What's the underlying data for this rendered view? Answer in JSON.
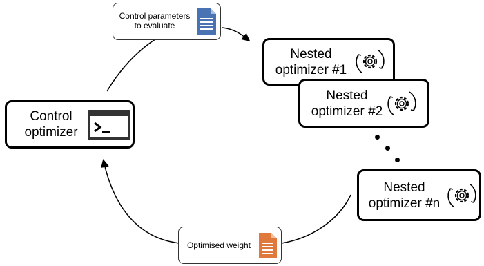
{
  "control_optimizer": {
    "label_line1": "Control",
    "label_line2": "optimizer",
    "icon": "terminal-icon"
  },
  "nested_optimizers": [
    {
      "line1": "Nested",
      "line2": "optimizer #1",
      "icon": "gear-refresh-icon"
    },
    {
      "line1": "Nested",
      "line2": "optimizer #2",
      "icon": "gear-refresh-icon"
    },
    {
      "line1": "Nested",
      "line2": "optimizer #n",
      "icon": "gear-refresh-icon"
    }
  ],
  "params_note": {
    "line1": "Control parameters",
    "line2": "to evaluate",
    "icon": "document-icon",
    "icon_color": "#4a73b4"
  },
  "weight_note": {
    "text": "Optimised weight",
    "icon": "document-icon",
    "icon_color": "#e07a3c"
  },
  "colors": {
    "stroke": "#000000",
    "terminal": "#333333",
    "doc_blue": "#4a73b4",
    "doc_orange": "#e07a3c"
  }
}
